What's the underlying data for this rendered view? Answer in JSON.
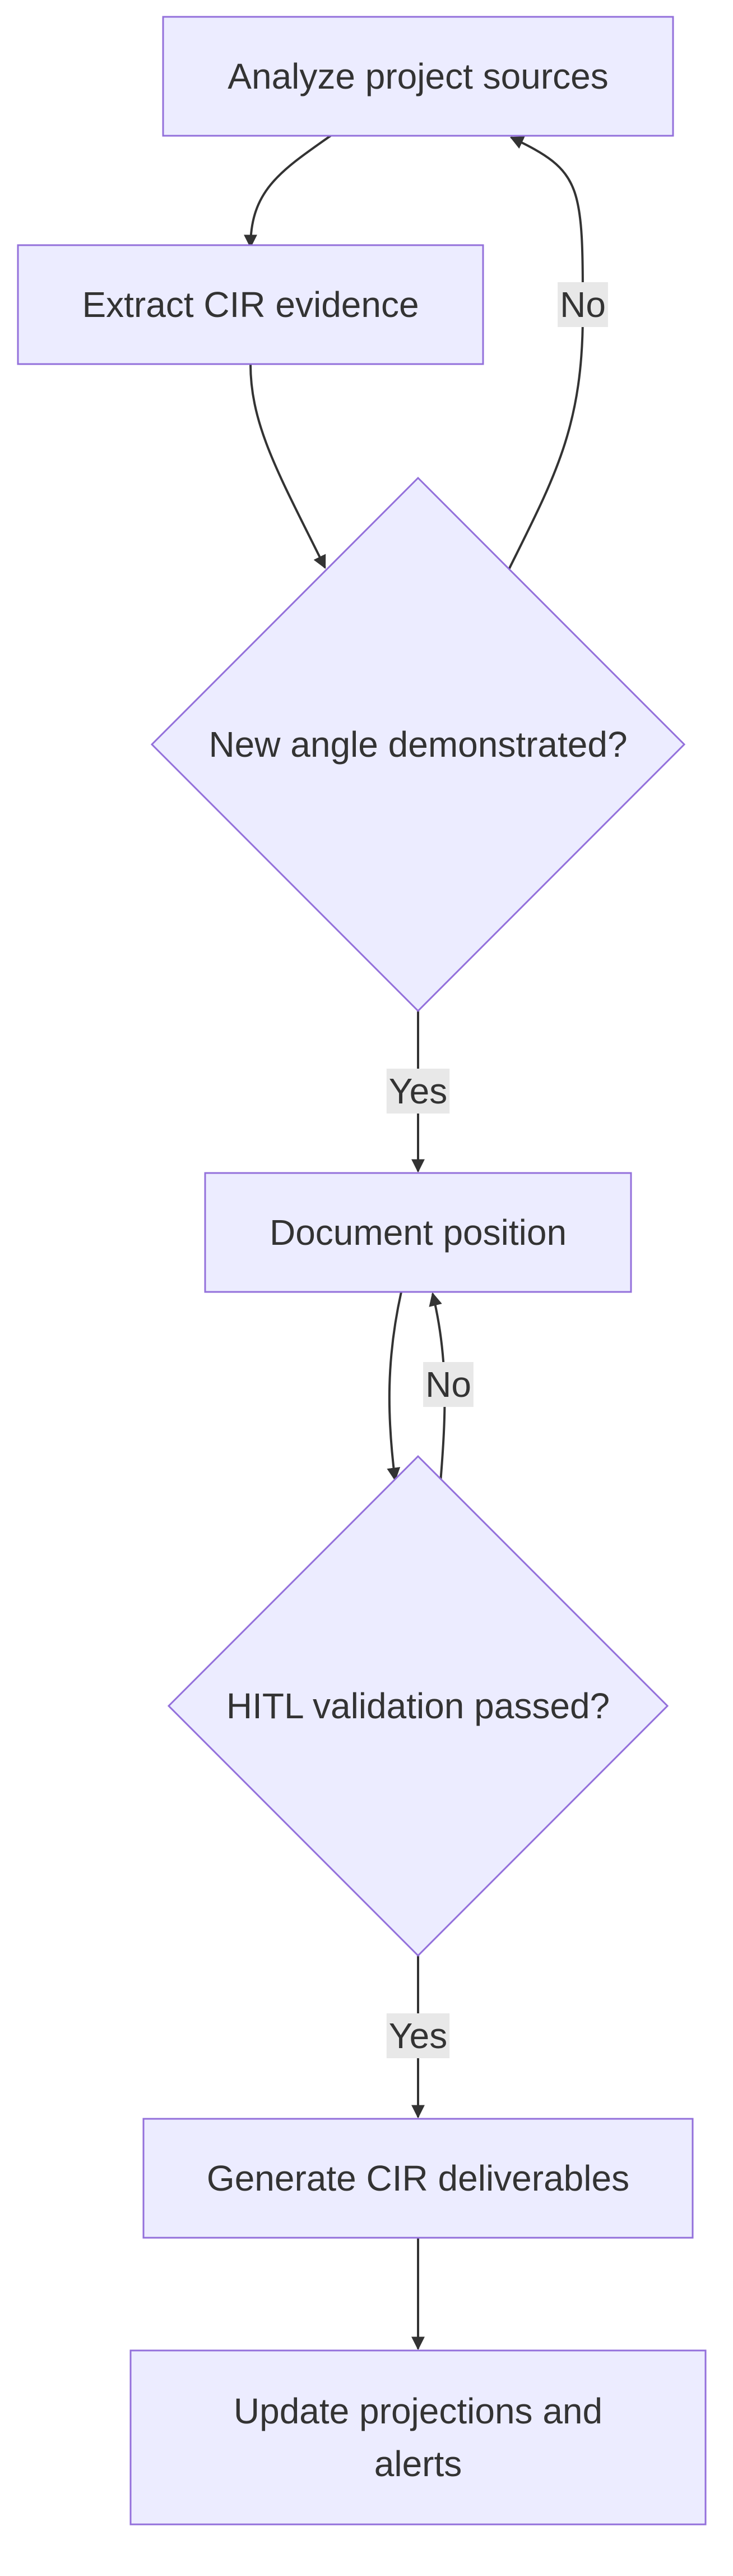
{
  "diagram": {
    "type": "flowchart",
    "nodes": [
      {
        "id": "analyze",
        "shape": "rect",
        "lines": [
          "Analyze project sources"
        ]
      },
      {
        "id": "extract",
        "shape": "rect",
        "lines": [
          "Extract CIR evidence"
        ]
      },
      {
        "id": "new_angle",
        "shape": "diamond",
        "lines": [
          "New angle demonstrated?"
        ]
      },
      {
        "id": "document",
        "shape": "rect",
        "lines": [
          "Document position"
        ]
      },
      {
        "id": "hitl",
        "shape": "diamond",
        "lines": [
          "HITL validation passed?"
        ]
      },
      {
        "id": "generate",
        "shape": "rect",
        "lines": [
          "Generate CIR deliverables"
        ]
      },
      {
        "id": "update",
        "shape": "rect",
        "lines": [
          "Update projections and",
          "alerts"
        ]
      }
    ],
    "edges": [
      {
        "from": "analyze",
        "to": "extract",
        "label": ""
      },
      {
        "from": "extract",
        "to": "new_angle",
        "label": ""
      },
      {
        "from": "new_angle",
        "to": "analyze",
        "label": "No"
      },
      {
        "from": "new_angle",
        "to": "document",
        "label": "Yes"
      },
      {
        "from": "document",
        "to": "hitl",
        "label": ""
      },
      {
        "from": "hitl",
        "to": "document",
        "label": "No"
      },
      {
        "from": "hitl",
        "to": "generate",
        "label": "Yes"
      },
      {
        "from": "generate",
        "to": "update",
        "label": ""
      }
    ]
  },
  "colors": {
    "node_fill": "#ECECFF",
    "node_stroke": "#9370DB",
    "edge": "#333333",
    "label_bg": "#E8E8E8",
    "text": "#333333"
  }
}
